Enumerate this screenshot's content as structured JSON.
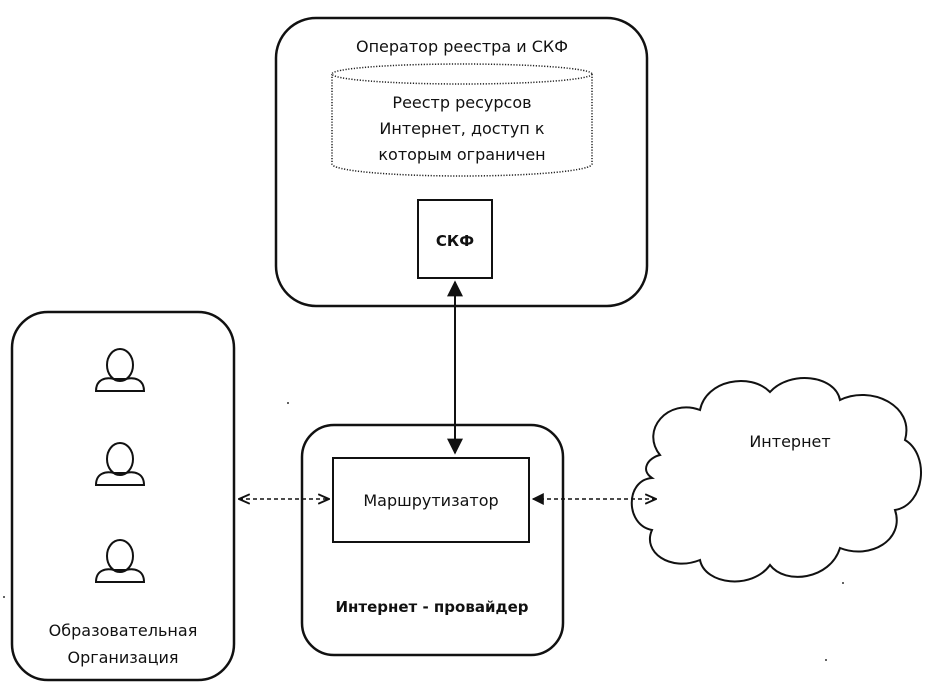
{
  "operator": {
    "title": "Оператор реестра и СКФ",
    "registry_lines": [
      "Реестр ресурсов",
      "Интернет, доступ к",
      "которым ограничен"
    ],
    "skf_label": "СКФ"
  },
  "organization": {
    "lines": [
      "Образовательная",
      "Организация"
    ],
    "users": [
      "user",
      "user",
      "user"
    ]
  },
  "provider": {
    "router_label": "Маршрутизатор",
    "label": "Интернет - провайдер"
  },
  "internet": {
    "label": "Интернет"
  },
  "colors": {
    "stroke": "#111111",
    "background": "#ffffff"
  }
}
